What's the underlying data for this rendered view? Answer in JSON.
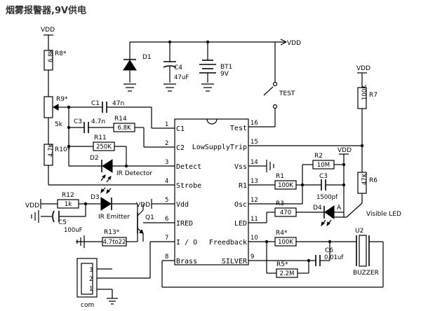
{
  "title": "烟雾报警器,9V供电",
  "labels": {
    "vdd": "VDD",
    "r8_ref": "R8*",
    "r8_val": "6.8k",
    "r9_ref": "R9*",
    "r9_val": "5k",
    "r10_ref": "R10*",
    "r10_val": "4.7K",
    "c1_ref": "C1",
    "c1_val": "47n",
    "c3_ref": "C3",
    "c3_val": "4.7n",
    "r14_ref": "R14",
    "r14_val": "6.8K",
    "r11_ref": "R11",
    "r11_val": "250K",
    "d2_ref": "D2",
    "d2_name": "IR Detector",
    "d1_ref": "D1",
    "c4_ref": "C4",
    "c4_val": "47uF",
    "bt1_ref": "BT1",
    "bt1_val": "9V",
    "test_label": "TEST",
    "r7_ref": "R7",
    "r7_val": "100K",
    "r6_ref": "R6",
    "r6_val": "47K",
    "r12_ref": "R12",
    "r12_val": "1k",
    "d3_ref": "D3",
    "d3_name": "IR Emitter",
    "c5_ref": "C5",
    "c5_val": "100uF",
    "r13_ref": "R13*",
    "r13_val": "4.7to22",
    "q1_ref": "Q1",
    "r1_ref": "R1",
    "r1_val": "100K",
    "r2_ref": "R2",
    "r2_val": "10M",
    "c3b_ref": "C3",
    "c3b_val": "1500pf",
    "r3_ref": "R3",
    "r3_val": "470",
    "d4_ref": "D4",
    "d4_a": "A",
    "visible_led": "Visible LED",
    "r4_ref": "R4*",
    "r4_val": "100K",
    "c6_ref": "C6",
    "c6_val": "0.01uf",
    "r5_ref": "R5*",
    "r5_val": "2.2M",
    "u2_ref": "U2",
    "buzzer": "BUZZER",
    "com": "com",
    "con_pins": [
      "3",
      "2",
      "1"
    ]
  },
  "ic": {
    "left_pins": [
      {
        "num": "1",
        "name": "C1"
      },
      {
        "num": "2",
        "name": "C2"
      },
      {
        "num": "3",
        "name": "Detect"
      },
      {
        "num": "4",
        "name": "Strobe"
      },
      {
        "num": "5",
        "name": "Vdd"
      },
      {
        "num": "6",
        "name": "IRED"
      },
      {
        "num": "7",
        "name": "I / O"
      },
      {
        "num": "8",
        "name": "Brass"
      }
    ],
    "right_pins": [
      {
        "num": "16",
        "name": "Test"
      },
      {
        "num": "15",
        "name": "LowSupplyTrip"
      },
      {
        "num": "14",
        "name": "Vss"
      },
      {
        "num": "13",
        "name": "R1"
      },
      {
        "num": "12",
        "name": "Osc"
      },
      {
        "num": "11",
        "name": "LED"
      },
      {
        "num": "10",
        "name": "Freedback"
      },
      {
        "num": "9",
        "name": "SILVER"
      }
    ]
  }
}
